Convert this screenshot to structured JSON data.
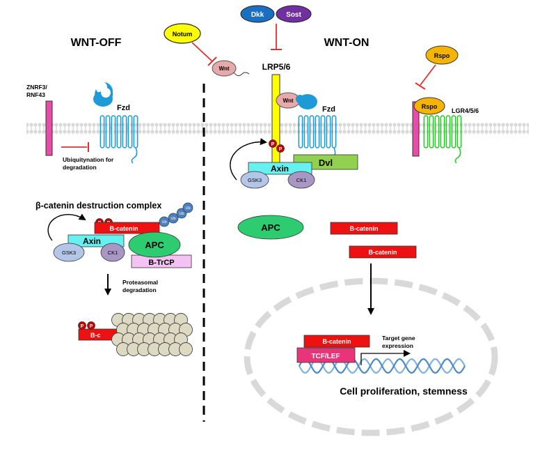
{
  "wnt_off": {
    "heading": "WNT-OFF",
    "znrf3_label_line1": "ZNRF3/",
    "znrf3_label_line2": "RNF43",
    "fzd_label": "Fzd",
    "ubiq_line1": "Ubiquitynation for",
    "ubiq_line2": "degradation",
    "notum": "Notum",
    "wnt": "Wnt",
    "destruction_title": "β-catenin destruction complex",
    "p": "P",
    "ub": "Ub",
    "bcatenin": "B-catenin",
    "axin": "Axin",
    "gsk3": "GSK3",
    "ck1": "CK1",
    "apc": "APC",
    "btrcp": "B-TrCP",
    "proteasomal_line1": "Proteasomal",
    "proteasomal_line2": "degradation",
    "bcatenin_fragment": "B-c"
  },
  "wnt_on": {
    "heading": "WNT-ON",
    "dkk": "Dkk",
    "sost": "Sost",
    "lrp": "LRP5/6",
    "wnt": "Wnt",
    "fzd_label": "Fzd",
    "p": "P",
    "dvl": "Dvl",
    "axin": "Axin",
    "gsk3": "GSK3",
    "ck1": "CK1",
    "rspo_top": "Rspo",
    "rspo_bound": "Rspo",
    "lgr_label": "LGR4/5/6",
    "apc": "APC",
    "bcatenin_1": "B-catenin",
    "bcatenin_2": "B-catenin",
    "bcatenin_nucleus": "B-catenin",
    "tcf": "TCF/LEF",
    "target_line1": "Target gene",
    "target_line2": "expression",
    "outcome": "Cell proliferation, stemness"
  },
  "colors": {
    "membrane": "#d9d9d9",
    "fzd": "#1e9bd7",
    "lgr": "#22cc22",
    "znrf3": "#e64ca8",
    "lrp": "#ffff00",
    "notum": "#ffff00",
    "wnt": "#e6aaaa",
    "dkk": "#1a6fc0",
    "sost": "#7030a0",
    "rspo": "#f5b400",
    "bcatenin": "#ee1111",
    "phospho": "#cc0000",
    "ub": "#4f7fbf",
    "axin": "#66f0f0",
    "gsk3": "#b4c6e7",
    "ck1": "#a897c4",
    "apc": "#2ecc71",
    "btrcp": "#f4c2f4",
    "dvl": "#92d050",
    "tcf": "#e8357a",
    "proteasome": "#ddd9c3",
    "inhibit": "#e03030"
  }
}
